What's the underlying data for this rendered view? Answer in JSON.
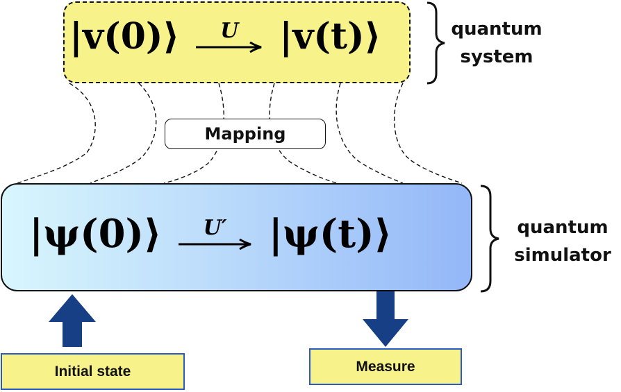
{
  "quantum_system": {
    "initial_ket": "|v(0)⟩",
    "operator": "U",
    "final_ket": "|v(t)⟩",
    "label_line1": "quantum",
    "label_line2": "system"
  },
  "quantum_simulator": {
    "initial_ket": "|ψ(0)⟩",
    "operator": "U′",
    "final_ket": "|ψ(t)⟩",
    "label_line1": "quantum",
    "label_line2": "simulator"
  },
  "mapping_label": "Mapping",
  "initial_state_label": "Initial state",
  "measure_label": "Measure",
  "colors": {
    "system_fill": "#f7f38a",
    "simulator_gradient_start": "#d8f6fd",
    "simulator_gradient_end": "#93b7f8",
    "arrow_color": "#163f86",
    "tag_border": "#2a5cc0"
  }
}
